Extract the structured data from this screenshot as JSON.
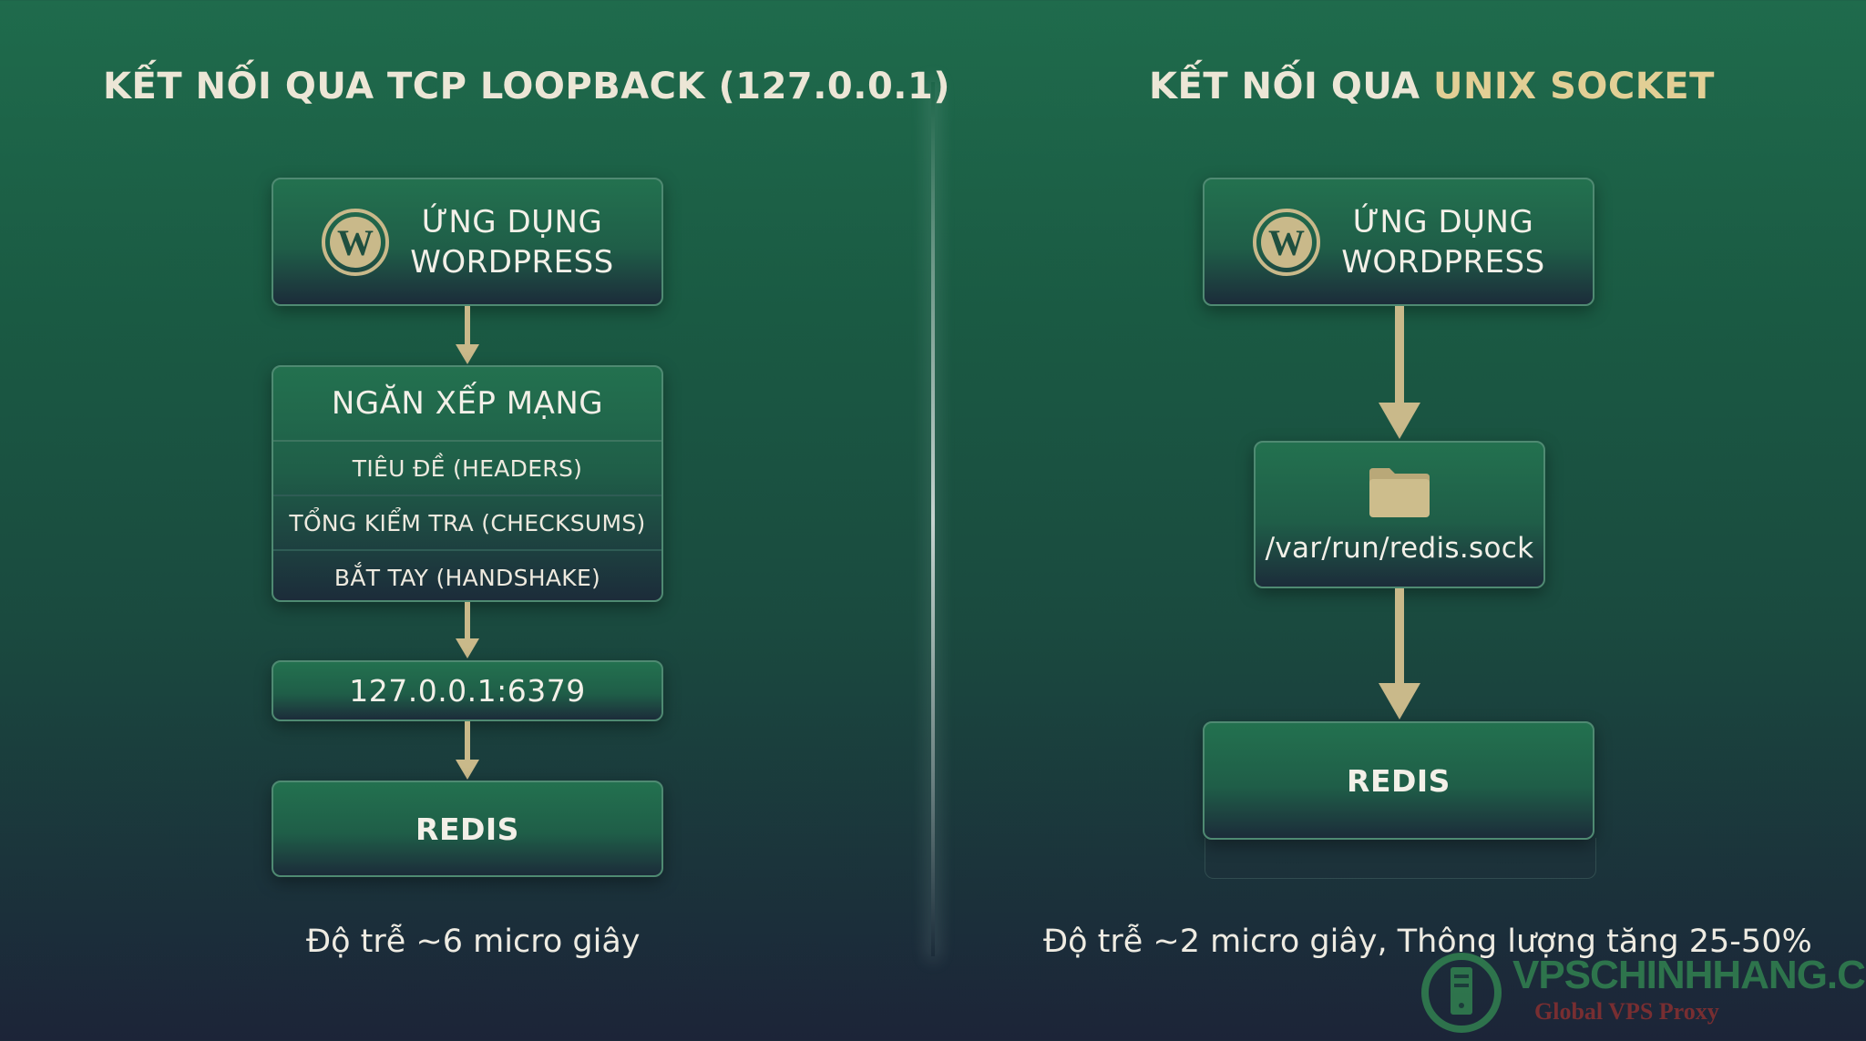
{
  "left": {
    "title": "KẾT NỐI QUA TCP LOOPBACK (127.0.0.1)",
    "app_box": {
      "line1": "ỨNG DỤNG",
      "line2": "WORDPRESS"
    },
    "network_stack": {
      "header": "NGĂN XẾP MẠNG",
      "rows": [
        "TIÊU ĐỀ (HEADERS)",
        "TỔNG KIỂM TRA (CHECKSUMS)",
        "BẮT TAY (HANDSHAKE)"
      ]
    },
    "address_box": "127.0.0.1:6379",
    "redis_box": "REDIS",
    "caption": "Độ trễ ~6 micro giây"
  },
  "right": {
    "title_prefix": "KẾT NỐI QUA ",
    "title_highlight": "UNIX SOCKET",
    "app_box": {
      "line1": "ỨNG DỤNG",
      "line2": "WORDPRESS"
    },
    "socket_box": "/var/run/redis.sock",
    "redis_box": "REDIS",
    "caption": "Độ trễ ~2 micro giây, Thông lượng tăng 25-50%"
  },
  "watermark": {
    "main": "VPSCHINHHANG.COM",
    "sub": "Global VPS Proxy"
  },
  "icons": {
    "app": "wordpress-logo-icon",
    "socket": "folder-icon",
    "arrows": "arrow-down-icon",
    "watermark": "server-globe-icon"
  },
  "colors": {
    "accent_gold": "#c9b98a",
    "title_highlight": "#e2cf95",
    "box_border": "#4f8a72",
    "background_top": "#1f6b4c",
    "background_bottom": "#1c2438"
  }
}
